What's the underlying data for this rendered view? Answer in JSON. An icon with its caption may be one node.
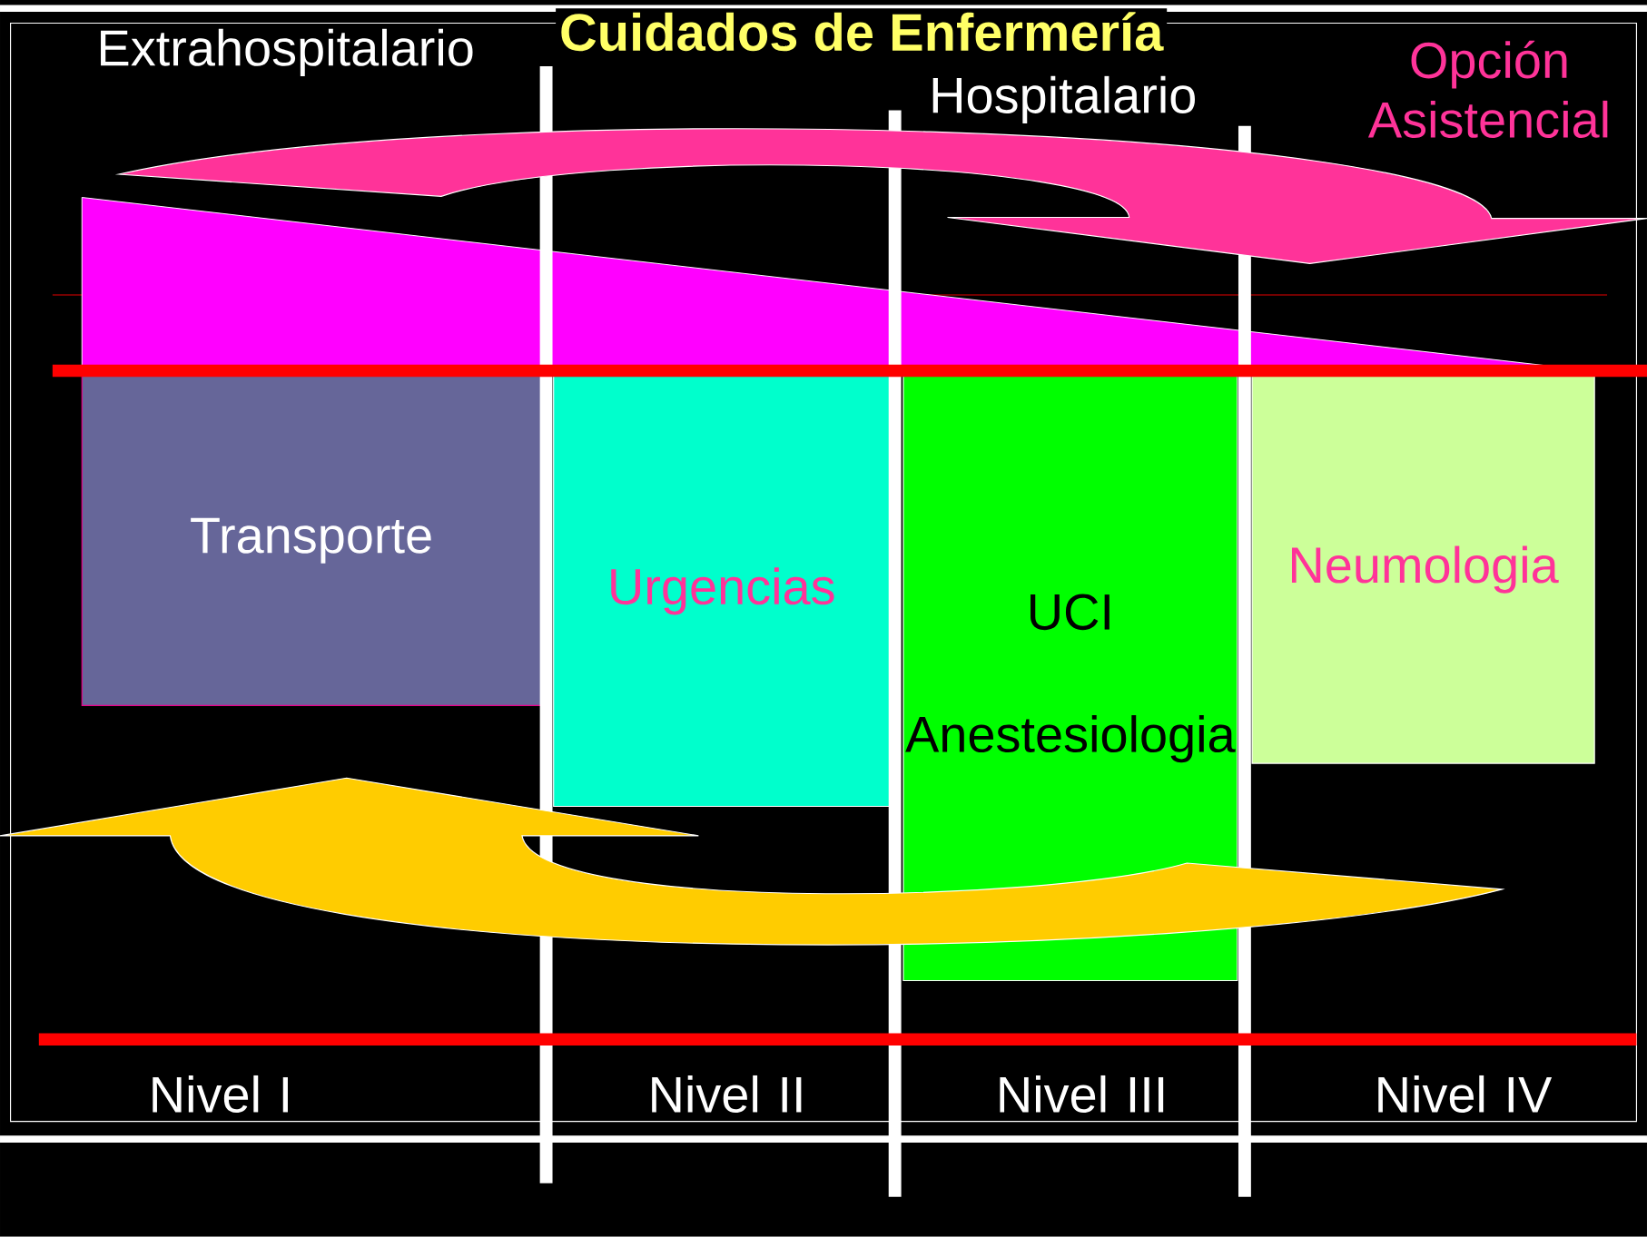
{
  "diagram": {
    "title": "Cuidados de Enfermería",
    "nodes": [
      {
        "text": [],
        "shape": "triangle"
      },
      {
        "text": [
          "Transporte"
        ]
      },
      {
        "text": [
          "Urgencias"
        ]
      },
      {
        "text": [
          "UCI",
          "Anestesiologia"
        ]
      },
      {
        "text": [
          "Neumologia"
        ]
      }
    ],
    "labels": [
      "Extrahospitalario",
      "Opción Asistencial",
      "Hospitalario",
      "Nivel I",
      "Nivel II",
      "Nivel III",
      "Nivel IV"
    ]
  }
}
